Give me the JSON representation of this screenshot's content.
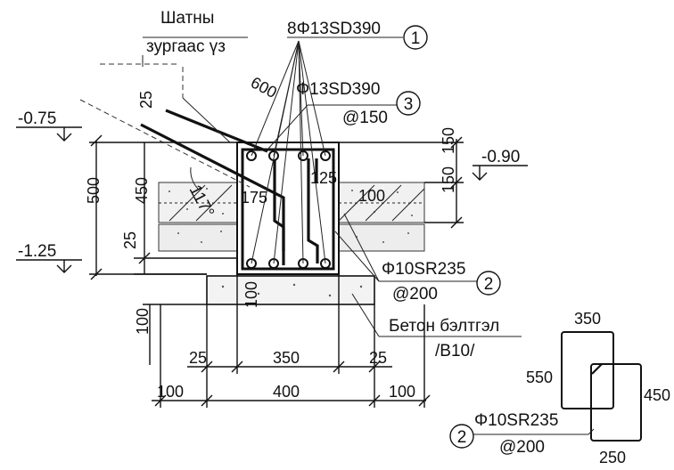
{
  "callouts": {
    "corner_label_line1": "Шатны",
    "corner_label_line2": "зургаас үз",
    "main_bar": "8Φ13SD390",
    "main_bar_mark": "1",
    "slanted_bar": "Φ13SD390",
    "slanted_bar_spacing": "@150",
    "slanted_bar_mark": "3",
    "stirrup": "Φ10SR235",
    "stirrup_spacing": "@200",
    "stirrup_mark": "2",
    "lean_concrete_line1": "Бетон бэлтгэл",
    "lean_concrete_line2": "/B10/",
    "angle": "117°"
  },
  "levels": {
    "top_left": "-0.75",
    "top_right": "-0.90",
    "bottom_left": "-1.25"
  },
  "dimensions": {
    "bar_length": "600",
    "bend_25_top": "25",
    "left_total": "500",
    "left_450": "450",
    "left_25": "25",
    "right_150_top": "150",
    "right_150_bottom": "150",
    "inner_125": "125",
    "inner_175": "175",
    "inner_100": "100",
    "base_100_vertical": "100",
    "base_100_left": "100",
    "row1_left": "25",
    "row1_mid": "350",
    "row1_right": "25",
    "row2_left": "100",
    "row2_mid": "400",
    "row2_right": "100"
  },
  "stirrup_detail": {
    "width": "350",
    "height_left": "550",
    "height_right": "450",
    "bottom_width": "250",
    "label": "Φ10SR235",
    "spacing": "@200",
    "mark": "2"
  }
}
